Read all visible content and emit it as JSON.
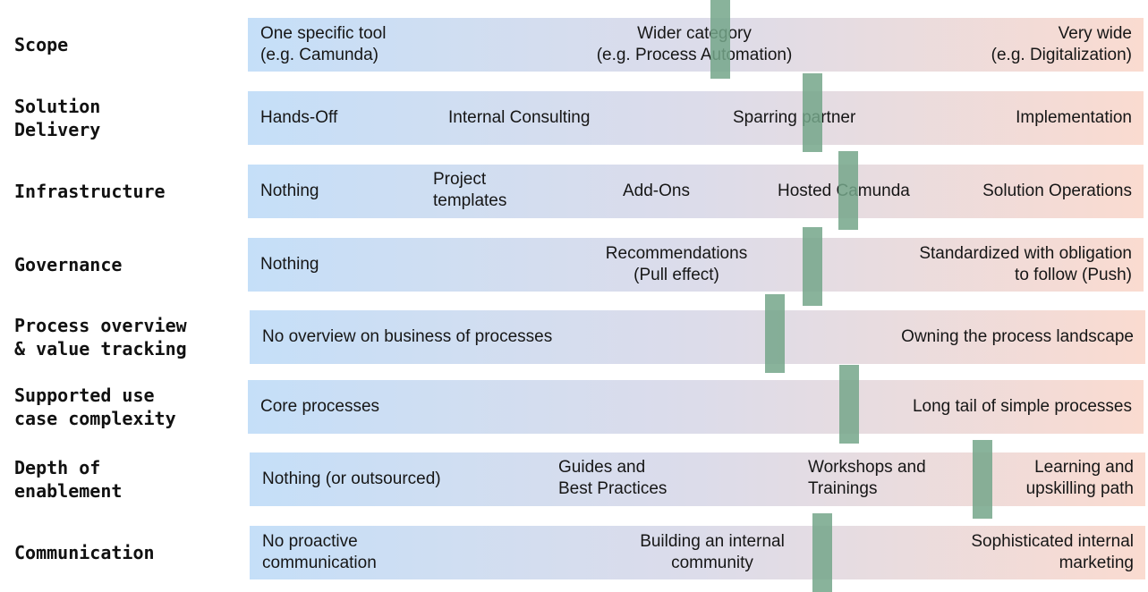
{
  "rows": [
    {
      "label": "Scope",
      "options": [
        "One specific tool\n(e.g. Camunda)",
        "Wider category\n(e.g. Process Automation)",
        "Very wide\n(e.g. Digitalization)"
      ]
    },
    {
      "label": "Solution\nDelivery",
      "options": [
        "Hands-Off",
        "Internal Consulting",
        "Sparring partner",
        "Implementation"
      ]
    },
    {
      "label": "Infrastructure",
      "options": [
        "Nothing",
        "Project\ntemplates",
        "Add-Ons",
        "Hosted Camunda",
        "Solution Operations"
      ]
    },
    {
      "label": "Governance",
      "options": [
        "Nothing",
        "Recommendations\n(Pull effect)",
        "Standardized with obligation\nto follow (Push)"
      ]
    },
    {
      "label": "Process overview\n& value tracking",
      "options": [
        "No overview on business of processes",
        "Owning the process landscape"
      ]
    },
    {
      "label": "Supported use\ncase complexity",
      "options": [
        "Core processes",
        "Long tail of simple processes"
      ]
    },
    {
      "label": "Depth of\nenablement",
      "options": [
        "Nothing (or outsourced)",
        "Guides and\nBest Practices",
        "Workshops and\nTrainings",
        "Learning and\nupskilling path"
      ]
    },
    {
      "label": "Communication",
      "options": [
        "No proactive\ncommunication",
        "Building an internal\ncommunity",
        "Sophisticated internal\nmarketing"
      ]
    }
  ],
  "colors": {
    "left": "#c5dff8",
    "middle": "#dcdcea",
    "right": "#fadbd0",
    "marker": "#74a68a"
  }
}
